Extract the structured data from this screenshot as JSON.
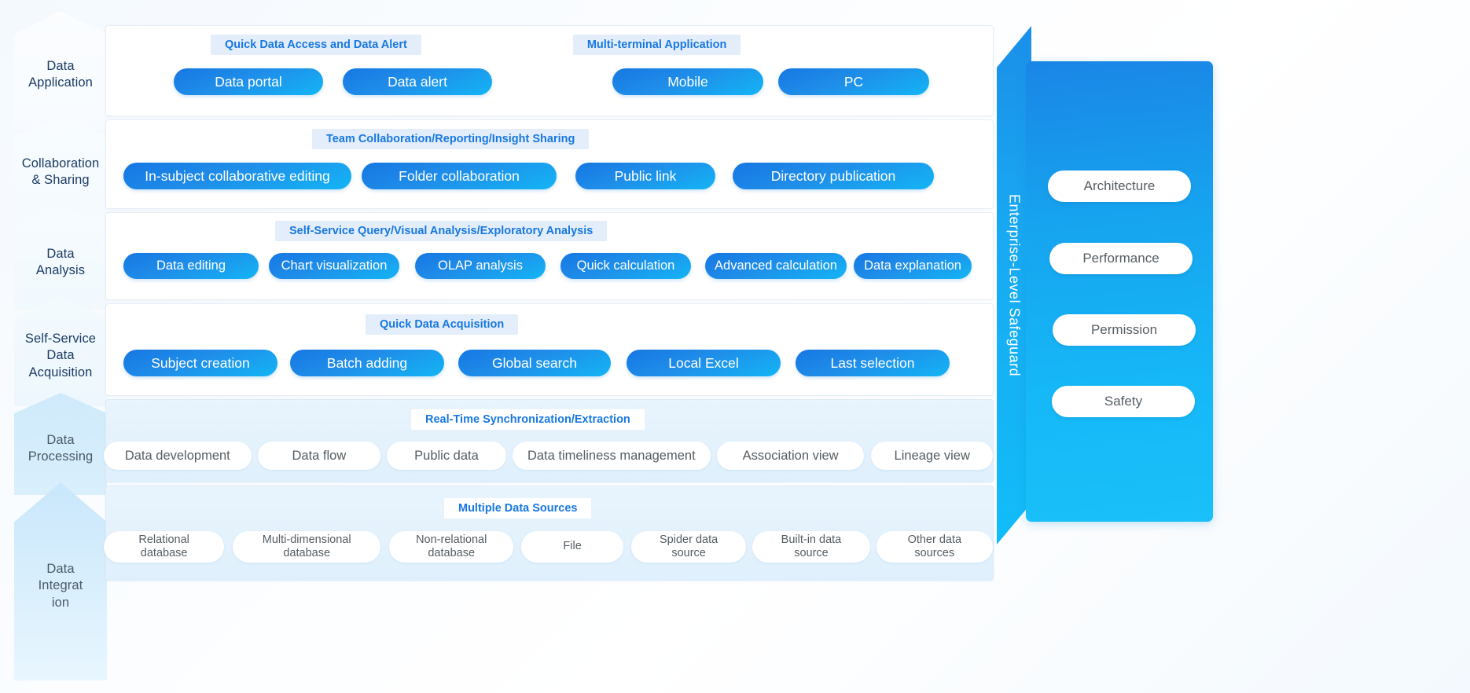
{
  "layers": [
    {
      "chevron_label": "Data\nApplication",
      "tags": [
        "Quick Data Access and Data Alert",
        "Multi-terminal Application"
      ],
      "pills": [
        "Data portal",
        "Data alert",
        "Mobile",
        "PC"
      ]
    },
    {
      "chevron_label": "Collaboration\n& Sharing",
      "tags": [
        "Team Collaboration/Reporting/Insight Sharing"
      ],
      "pills": [
        "In-subject collaborative editing",
        "Folder collaboration",
        "Public link",
        "Directory publication"
      ]
    },
    {
      "chevron_label": "Data\nAnalysis",
      "tags": [
        "Self-Service Query/Visual Analysis/Exploratory Analysis"
      ],
      "pills": [
        "Data editing",
        "Chart visualization",
        "OLAP analysis",
        "Quick calculation",
        "Advanced calculation",
        "Data explanation"
      ]
    },
    {
      "chevron_label": "Self-Service\nData\nAcquisition",
      "tags": [
        "Quick Data Acquisition"
      ],
      "pills": [
        "Subject creation",
        "Batch adding",
        "Global search",
        "Local Excel",
        "Last selection"
      ]
    },
    {
      "chevron_label": "Data\nProcessing",
      "tags": [
        "Real-Time Synchronization/Extraction"
      ],
      "pills": [
        "Data development",
        "Data flow",
        "Public data",
        "Data timeliness management",
        "Association view",
        "Lineage view"
      ]
    },
    {
      "chevron_label": "Data\nIntegrat\nion",
      "tags": [
        "Multiple Data Sources"
      ],
      "pills": [
        "Relational database",
        "Multi-dimensional database",
        "Non-relational database",
        "File",
        "Spider data source",
        "Built-in data source",
        "Other data sources"
      ]
    }
  ],
  "safeguard": {
    "vertical_label": "Enterprise-Level Safeguard",
    "items": [
      "Architecture",
      "Performance",
      "Permission",
      "Safety"
    ]
  },
  "colors": {
    "accent_blue": "#1878e0",
    "pill_gradient_start": "#1677e3",
    "pill_gradient_end": "#13b5f5",
    "tag_background": "#e4eefb",
    "chevron_text": "#1b3b63",
    "tinted_row_background": "#e4f1fc",
    "white_pill_text": "#555d63"
  },
  "chart_data": {
    "type": "table",
    "title": "Enterprise Data Platform Layered Architecture"
  }
}
